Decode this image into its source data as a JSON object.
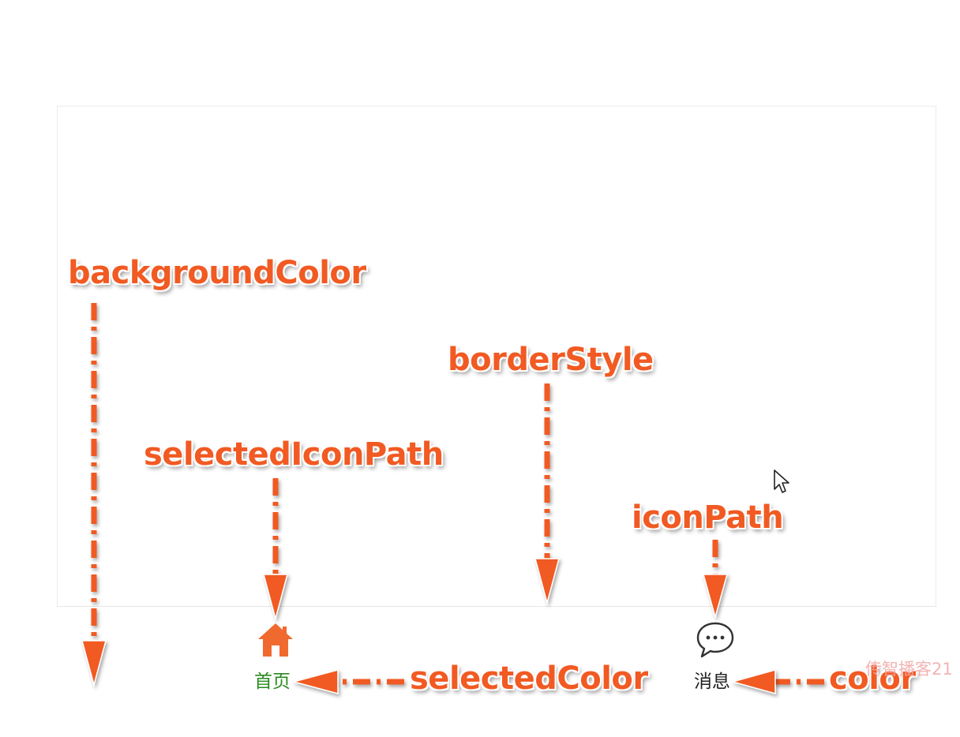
{
  "annotations": {
    "background_color": "backgroundColor",
    "border_style": "borderStyle",
    "selected_icon_path": "selectedIconPath",
    "icon_path": "iconPath",
    "selected_color": "selectedColor",
    "color": "color"
  },
  "tabbar": {
    "items": [
      {
        "label": "首页",
        "icon": "home-icon",
        "selected": true
      },
      {
        "label": "消息",
        "icon": "chat-bubble-icon",
        "selected": false
      }
    ]
  },
  "watermark": "传智播客21",
  "colors": {
    "annotation": "#f15a22",
    "selected_text": "#2a8a1f",
    "normal_text": "#222222",
    "selected_icon": "#f06a2f"
  }
}
